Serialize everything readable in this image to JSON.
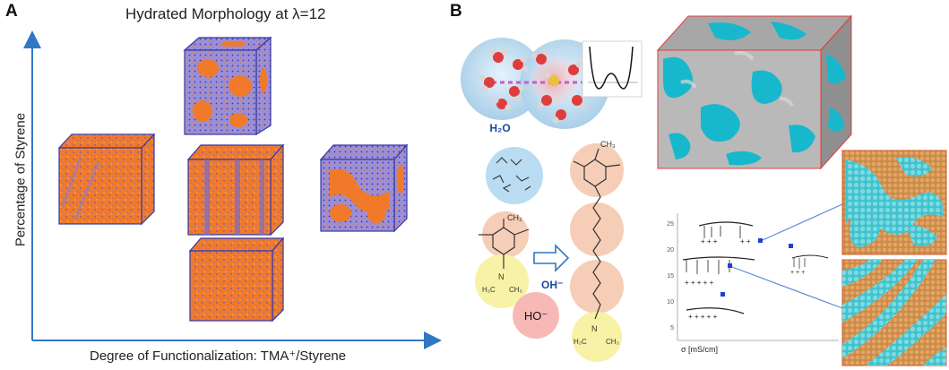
{
  "panel_a": {
    "letter": "A",
    "title": "Hydrated Morphology at λ=12",
    "y_axis_label": "Percentage of Styrene",
    "x_axis_label": "Degree of Functionalization: TMA⁺/Styrene"
  },
  "panel_b": {
    "letter": "B",
    "water_label": "H₂O",
    "hydroxide_label": "OH⁻",
    "hydroxide_bubble": "HO⁻",
    "methyl_label": "CH₃",
    "trimethyl_left": "H₃C",
    "trimethyl_right": "CH₃",
    "nitrogen_label": "N",
    "conductivity_axis": "σ [mS/cm]",
    "conductivity_ticks": [
      "25",
      "20",
      "15",
      "10",
      "5"
    ]
  },
  "colors": {
    "axis_blue": "#2f78c4",
    "cube_orange": "#f07a2a",
    "cube_edge": "#3438a8",
    "water_blue": "#b9dcf2",
    "peach": "#f6cdb6",
    "yellow": "#f8f2a6",
    "pink": "#f7b9b6",
    "cyan": "#17b8cc",
    "gray": "#a8a8a8",
    "marker_blue": "#1f3fd6"
  }
}
